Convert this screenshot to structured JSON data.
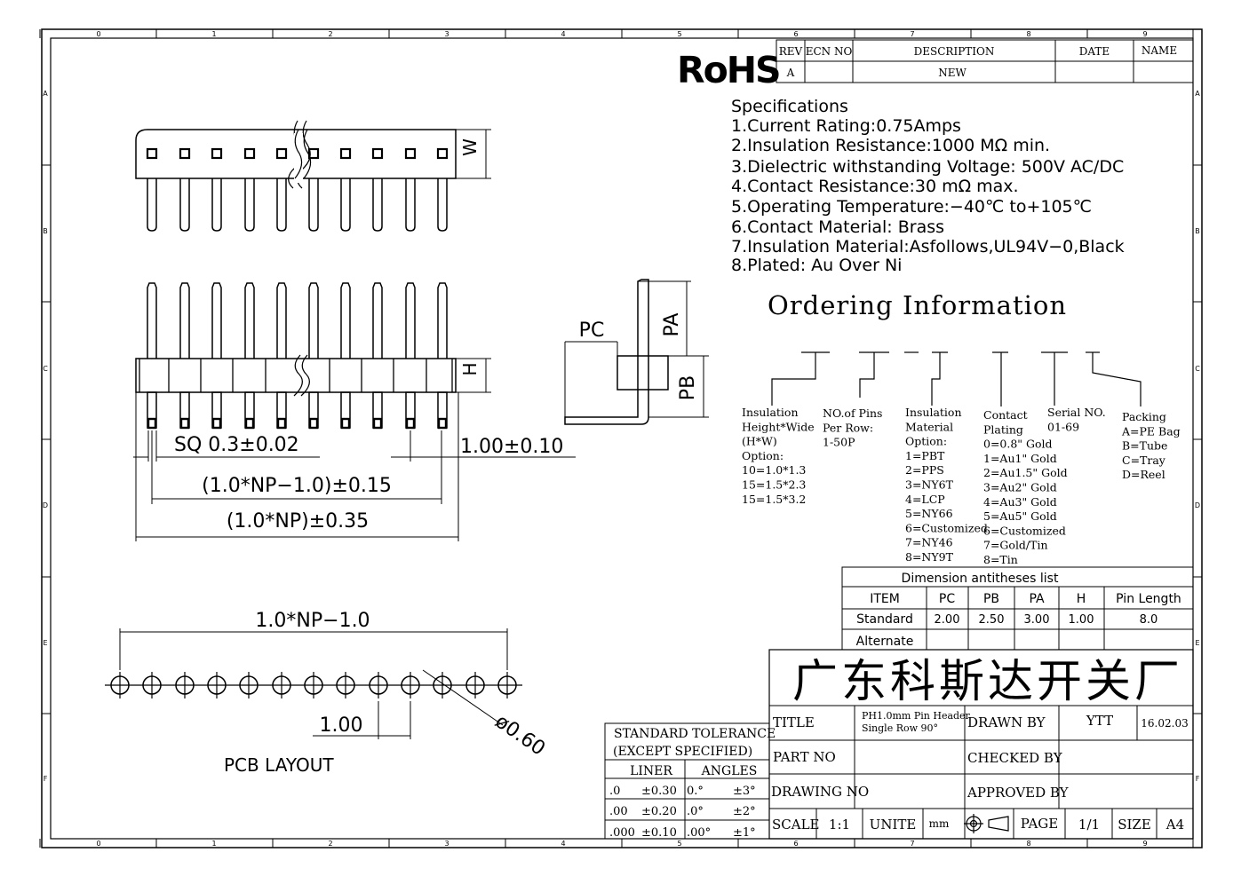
{
  "frame": {
    "col_marks": [
      "0",
      "1",
      "2",
      "3",
      "4",
      "5",
      "6",
      "7",
      "8",
      "9"
    ],
    "row_marks": [
      "A",
      "B",
      "C",
      "D",
      "E",
      "F"
    ]
  },
  "rohs": "RoHS",
  "revision_table": {
    "headers": [
      "REV",
      "ECN NO",
      "DESCRIPTION",
      "DATE",
      "NAME"
    ],
    "rows": [
      [
        "A",
        "",
        "NEW",
        "",
        ""
      ]
    ]
  },
  "specifications": {
    "title": "Specifications",
    "items": [
      "1.Current  Rating:0.75Amps",
      "2.Insulation  Resistance:1000  MΩ  min.",
      "3.Dielectric  withstanding  Voltage:  500V  AC/DC",
      "4.Contact  Resistance:30  mΩ  max.",
      "5.Operating  Temperature:−40℃  to+105℃",
      "6.Contact  Material:  Brass",
      "7.Insulation  Material:Asfollows,UL94V−0,Black",
      "8.Plated:  Au  Over  Ni"
    ]
  },
  "ordering": {
    "title": "Ordering  Information",
    "groups": [
      {
        "lines": [
          "Insulation",
          "Height*Wide",
          "(H*W)",
          "Option:",
          "10=1.0*1.3",
          "15=1.5*2.3",
          "15=1.5*3.2"
        ]
      },
      {
        "lines": [
          "NO.of Pins",
          "Per Row:",
          "1-50P"
        ]
      },
      {
        "lines": [
          "Insulation",
          "Material",
          "Option:",
          "1=PBT",
          "2=PPS",
          "3=NY6T",
          "4=LCP",
          "5=NY66",
          "6=Customized",
          "7=NY46",
          "8=NY9T"
        ]
      },
      {
        "lines": [
          "Contact",
          "Plating",
          "0=0.8\" Gold",
          "1=Au1\" Gold",
          "2=Au1.5\" Gold",
          "3=Au2\" Gold",
          "4=Au3\" Gold",
          "5=Au5\" Gold",
          "6=Customized",
          "7=Gold/Tin",
          "8=Tin"
        ]
      },
      {
        "lines": [
          "Serial NO.",
          "01-69"
        ]
      },
      {
        "lines": [
          "Packing",
          "A=PE Bag",
          "B=Tube",
          "C=Tray",
          "D=Reel"
        ]
      }
    ]
  },
  "dimension_list": {
    "title": "Dimension  antitheses  list",
    "headers": [
      "ITEM",
      "PC",
      "PB",
      "PA",
      "H",
      "Pin Length"
    ],
    "rows": [
      [
        "Standard",
        "2.00",
        "2.50",
        "3.00",
        "1.00",
        "8.0"
      ],
      [
        "Alternate",
        "",
        "",
        "",
        "",
        ""
      ]
    ]
  },
  "drawing_labels": {
    "w": "W",
    "h": "H",
    "pa": "PA",
    "pb": "PB",
    "pc": "PC",
    "sq": "SQ  0.3±0.02",
    "pitch_tol": "1.00±0.10",
    "span1": "(1.0*NP−1.0)±0.15",
    "span2": "(1.0*NP)±0.35",
    "pcb_span": "1.0*NP−1.0",
    "pcb_pitch": "1.00",
    "hole": "ø0.60",
    "pcb_layout": "PCB  LAYOUT"
  },
  "title_block": {
    "company": "广东科斯达开关厂",
    "title_label": "TITLE",
    "title_value_1": "PH1.0mm Pin Header",
    "title_value_2": "Single Row 90°",
    "drawn_by_label": "DRAWN BY",
    "drawn_by_value": "YTT",
    "date_value": "16.02.03",
    "part_no_label": "PART NO",
    "checked_by_label": "CHECKED BY",
    "drawing_no_label": "DRAWING NO",
    "approved_by_label": "APPROVED BY",
    "scale_label": "SCALE",
    "scale_value": "1:1",
    "unite_label": "UNITE",
    "unite_value": "mm",
    "page_label": "PAGE",
    "page_value": "1/1",
    "size_label": "SIZE",
    "size_value": "A4"
  },
  "tolerance": {
    "title_1": "STANDARD  TOLERANCE",
    "title_2": "(EXCEPT   SPECIFIED)",
    "liner": "LINER",
    "angles": "ANGLES",
    "rows": [
      [
        ".0",
        "±0.30",
        "0.°",
        "±3°"
      ],
      [
        ".00",
        "±0.20",
        ".0°",
        "±2°"
      ],
      [
        ".000",
        "±0.10",
        ".00°",
        "±1°"
      ]
    ]
  }
}
